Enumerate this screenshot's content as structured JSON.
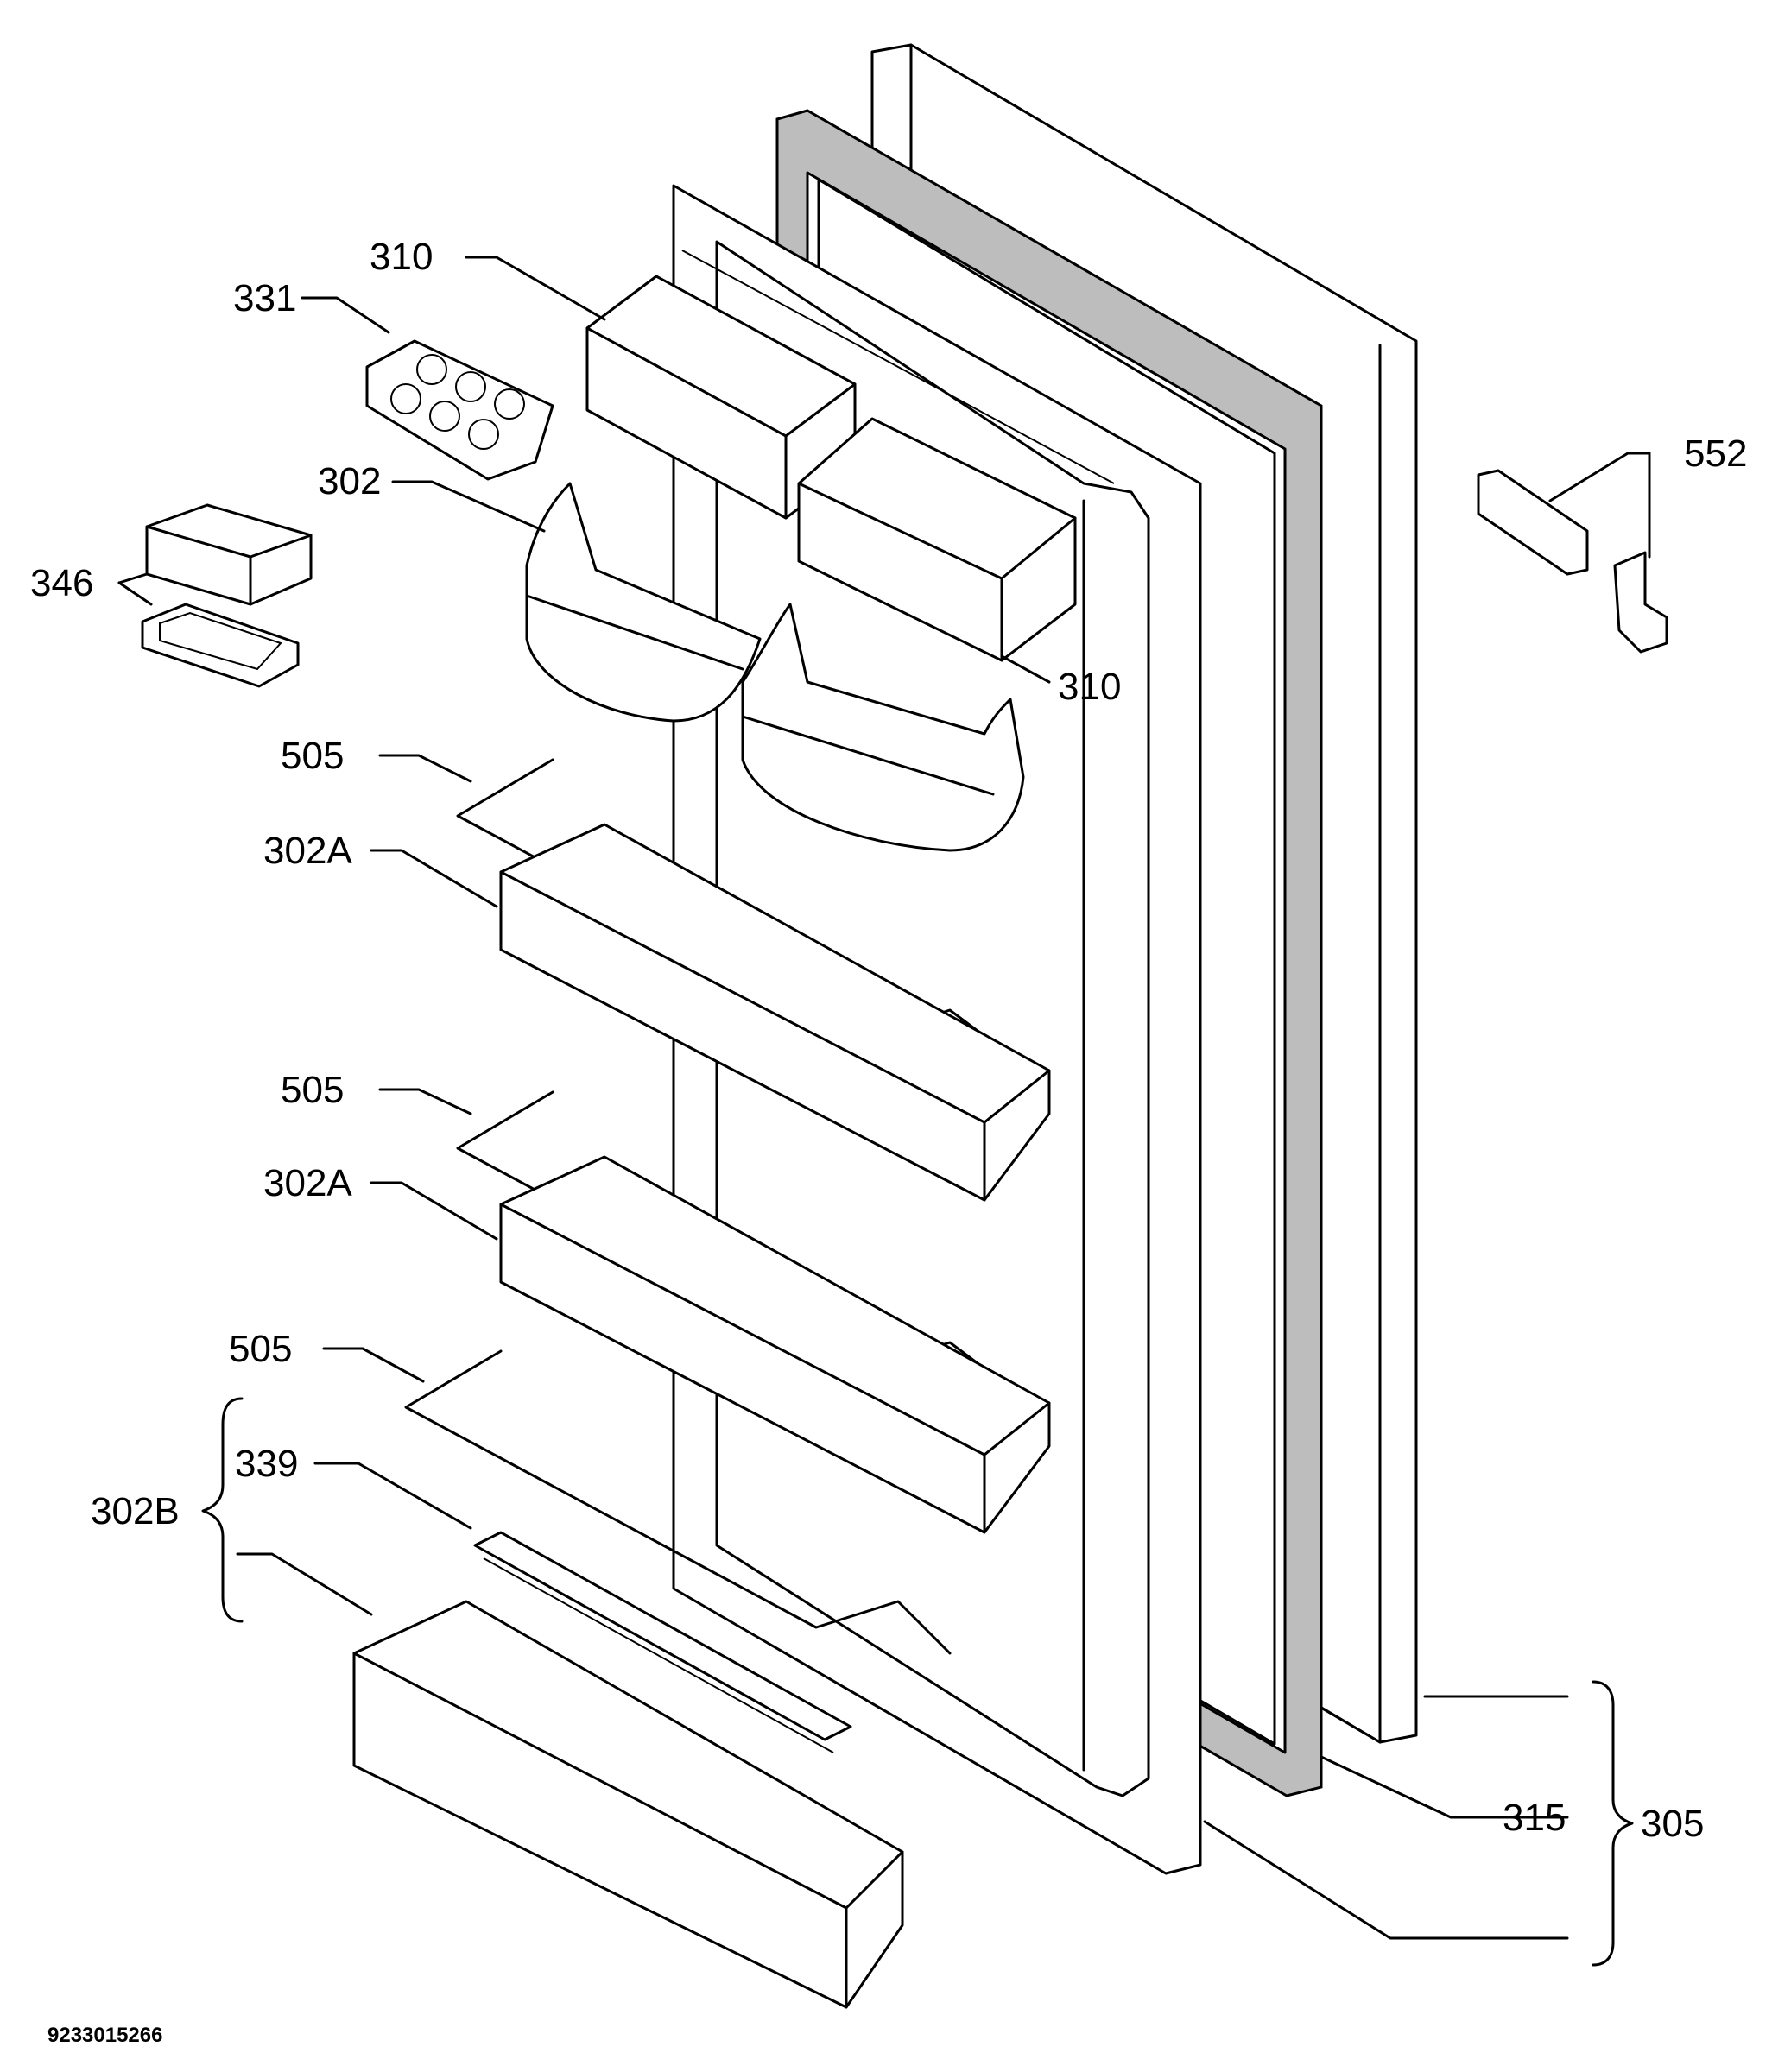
{
  "labels": {
    "l310a": "310",
    "l331": "331",
    "l302": "302",
    "l346": "346",
    "l310b": "310",
    "l552": "552",
    "l505a": "505",
    "l302Aa": "302A",
    "l505b": "505",
    "l302Ab": "302A",
    "l505c": "505",
    "l339": "339",
    "l302B": "302B",
    "l315": "315",
    "l305": "305"
  },
  "drawing_code": "9233015266"
}
